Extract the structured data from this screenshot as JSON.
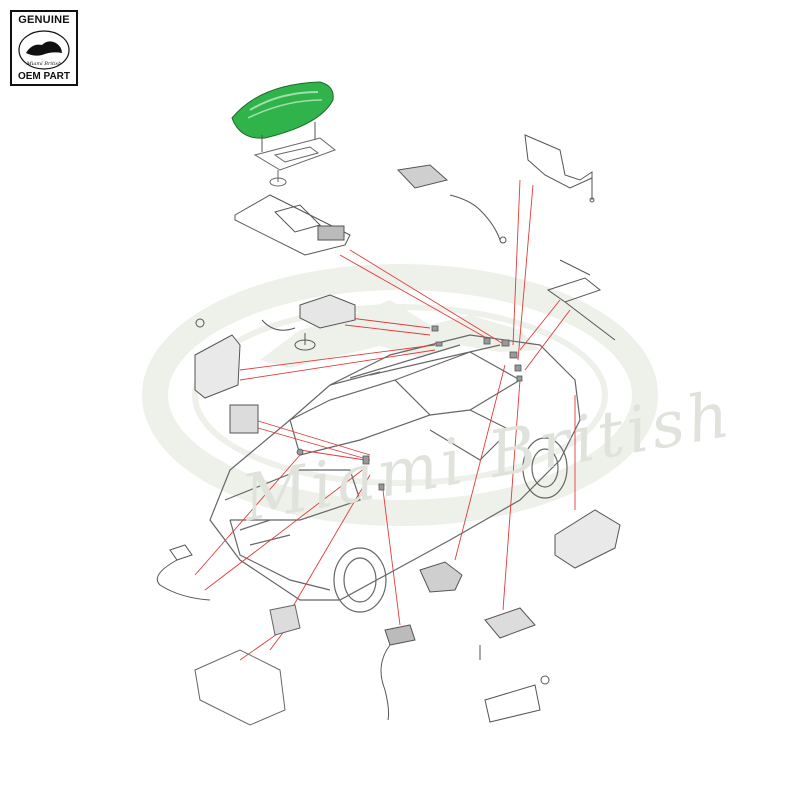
{
  "badge": {
    "top_label": "GENUINE",
    "bottom_label": "OEM PART",
    "logo_script": "Miami British"
  },
  "watermark": {
    "text": "Miami British"
  },
  "colors": {
    "leader_line": "#e23b3b",
    "highlight_part": "#2fb34a",
    "line_art": "#555555",
    "watermark": "#dfe3dc"
  },
  "diagram": {
    "highlighted_part": "roof-antenna-shark-fin",
    "callout_count": 18
  }
}
